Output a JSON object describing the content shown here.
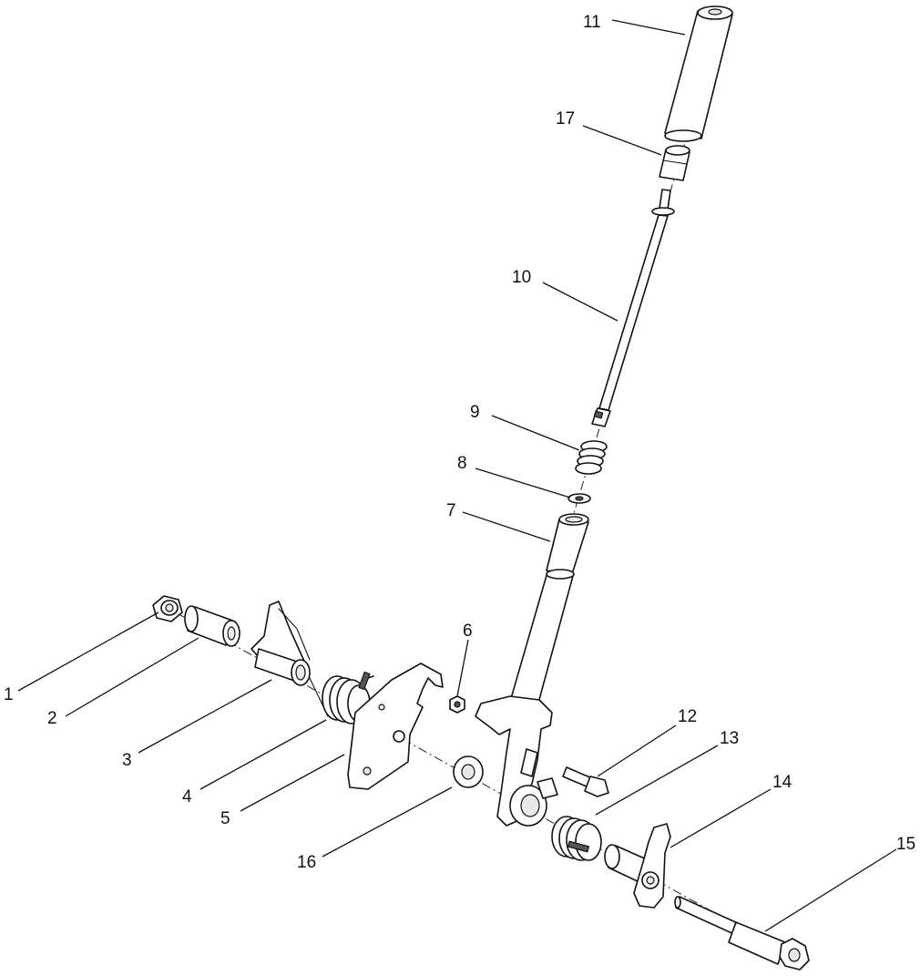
{
  "callouts": [
    {
      "id": "c1",
      "number": "1"
    },
    {
      "id": "c2",
      "number": "2"
    },
    {
      "id": "c3",
      "number": "3"
    },
    {
      "id": "c4",
      "number": "4"
    },
    {
      "id": "c5",
      "number": "5"
    },
    {
      "id": "c6",
      "number": "6"
    },
    {
      "id": "c7",
      "number": "7"
    },
    {
      "id": "c8",
      "number": "8"
    },
    {
      "id": "c9",
      "number": "9"
    },
    {
      "id": "c10",
      "number": "10"
    },
    {
      "id": "c11",
      "number": "11"
    },
    {
      "id": "c12",
      "number": "12"
    },
    {
      "id": "c13",
      "number": "13"
    },
    {
      "id": "c14",
      "number": "14"
    },
    {
      "id": "c15",
      "number": "15"
    },
    {
      "id": "c16",
      "number": "16"
    },
    {
      "id": "c17",
      "number": "17"
    }
  ]
}
